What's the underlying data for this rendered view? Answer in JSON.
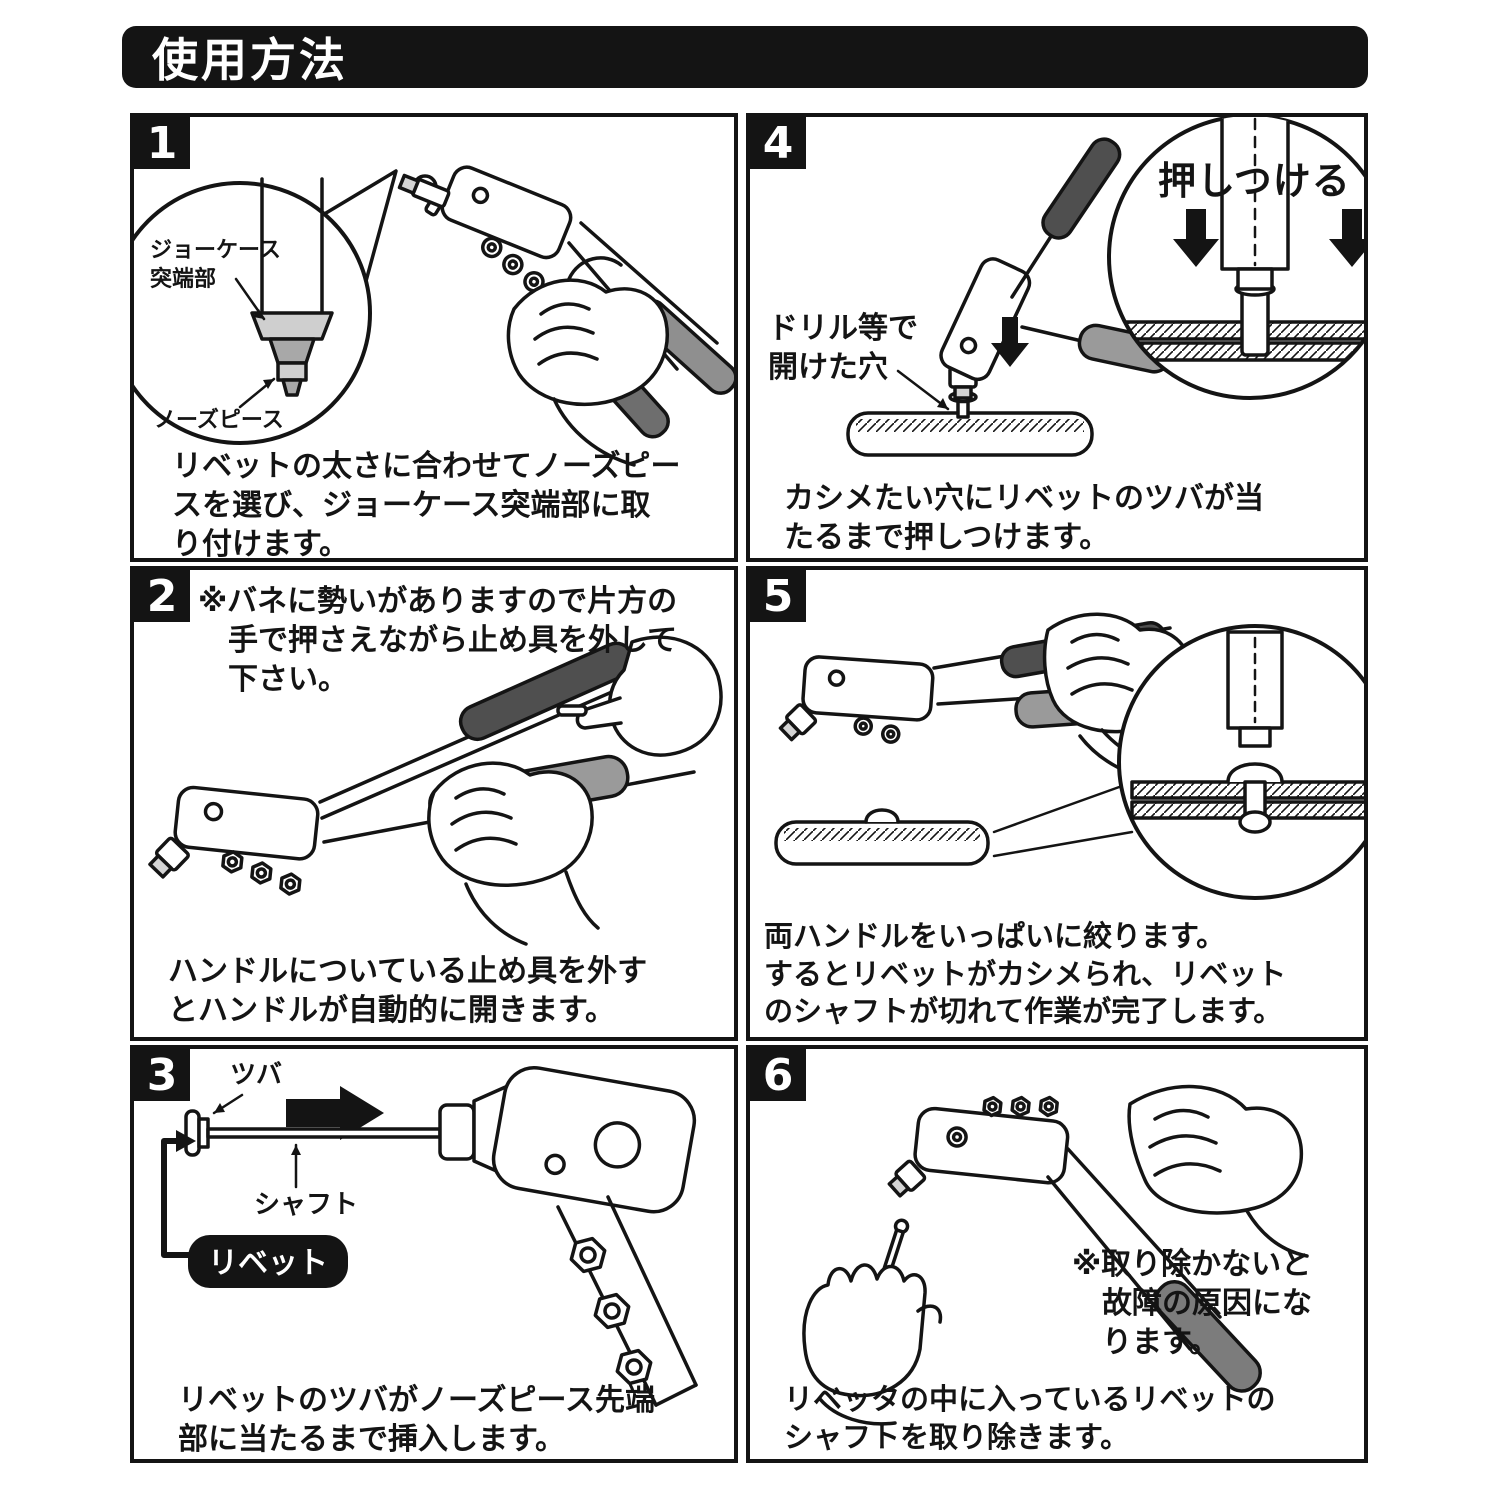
{
  "title": "使用方法",
  "colors": {
    "ink": "#141414",
    "grip_dark": "#4f4f4f",
    "grip_mid": "#9a9a9a",
    "metal": "#d4d4d4"
  },
  "panels": [
    {
      "number": "1",
      "labels": {
        "jaw_case": "ジョーケース\n突端部",
        "nose_piece": "ノーズピース"
      },
      "caption": "リベットの太さに合わせてノーズピー\nスを選び、ジョーケース突端部に取\nり付けます。"
    },
    {
      "number": "2",
      "note": "※バネに勢いがありますので片方の\n　手で押さえながら止め具を外して\n　下さい。",
      "caption": "ハンドルについている止め具を外す\nとハンドルが自動的に開きます。"
    },
    {
      "number": "3",
      "labels": {
        "flange": "ツバ",
        "shaft": "シャフト",
        "rivet_badge": "リベット"
      },
      "caption": "リベットのツバがノーズピース先端\n部に当たるまで挿入します。"
    },
    {
      "number": "4",
      "labels": {
        "press": "押しつける",
        "drill_hole": "ドリル等で\n開けた穴"
      },
      "caption": "カシメたい穴にリベットのツバが当\nたるまで押しつけます。"
    },
    {
      "number": "5",
      "caption": "両ハンドルをいっぱいに絞ります。\nするとリベットがカシメられ、リベット\nのシャフトが切れて作業が完了します。"
    },
    {
      "number": "6",
      "note": "※取り除かないと\n　故障の原因にな\n　ります。",
      "caption": "リベッタの中に入っているリベットの\nシャフトを取り除きます。"
    }
  ]
}
